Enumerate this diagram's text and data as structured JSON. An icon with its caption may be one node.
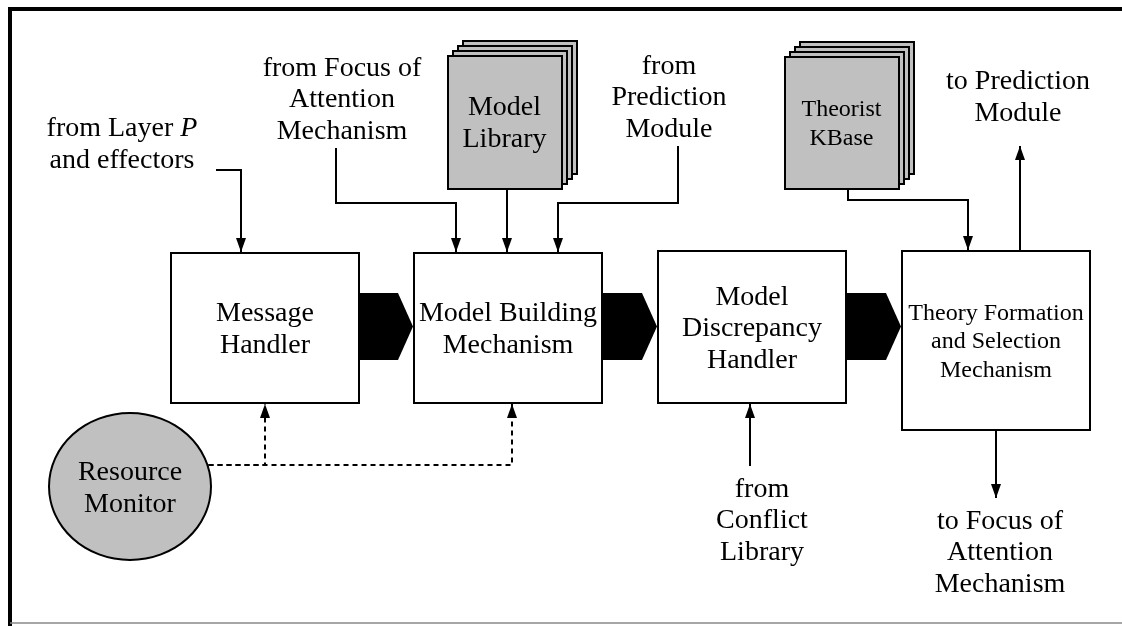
{
  "diagram": {
    "nodes": [
      {
        "text": [
          "from Layer *P* and effectors"
        ]
      },
      {
        "text": [
          "from Focus of Attention Mechanism"
        ]
      },
      {
        "text": [
          "Model Library"
        ]
      },
      {
        "text": [
          "from Prediction Module"
        ]
      },
      {
        "text": [
          "Theorist KBase"
        ]
      },
      {
        "text": [
          "to Prediction Module"
        ]
      },
      {
        "text": [
          "Message Handler"
        ]
      },
      {
        "text": [
          "Model Building Mechanism"
        ]
      },
      {
        "text": [
          "Model Discrepancy Handler"
        ]
      },
      {
        "text": [
          "Theory Formation and Selection Mechanism"
        ]
      },
      {
        "text": [
          "Resource Monitor"
        ]
      },
      {
        "text": [
          "from Conflict Library"
        ]
      },
      {
        "text": [
          "to Focus of Attention Mechanism"
        ]
      }
    ],
    "edges": [
      {
        "from": 0,
        "to": 6,
        "arrow": "to"
      },
      {
        "from": 1,
        "to": 7,
        "arrow": "to"
      },
      {
        "from": 2,
        "to": 7,
        "arrow": "to"
      },
      {
        "from": 3,
        "to": 7,
        "arrow": "to"
      },
      {
        "from": 4,
        "to": 9,
        "arrow": "to"
      },
      {
        "from": 9,
        "to": 5,
        "arrow": "to"
      },
      {
        "from": 6,
        "to": 7,
        "arrow": "to",
        "style": "thick"
      },
      {
        "from": 7,
        "to": 8,
        "arrow": "to",
        "style": "thick"
      },
      {
        "from": 8,
        "to": 9,
        "arrow": "to",
        "style": "thick"
      },
      {
        "from": 10,
        "to": 6,
        "arrow": "to",
        "style": "dashed"
      },
      {
        "from": 10,
        "to": 7,
        "arrow": "to",
        "style": "dashed"
      },
      {
        "from": 11,
        "to": 8,
        "arrow": "to"
      },
      {
        "from": 9,
        "to": 12,
        "arrow": "to"
      }
    ]
  }
}
